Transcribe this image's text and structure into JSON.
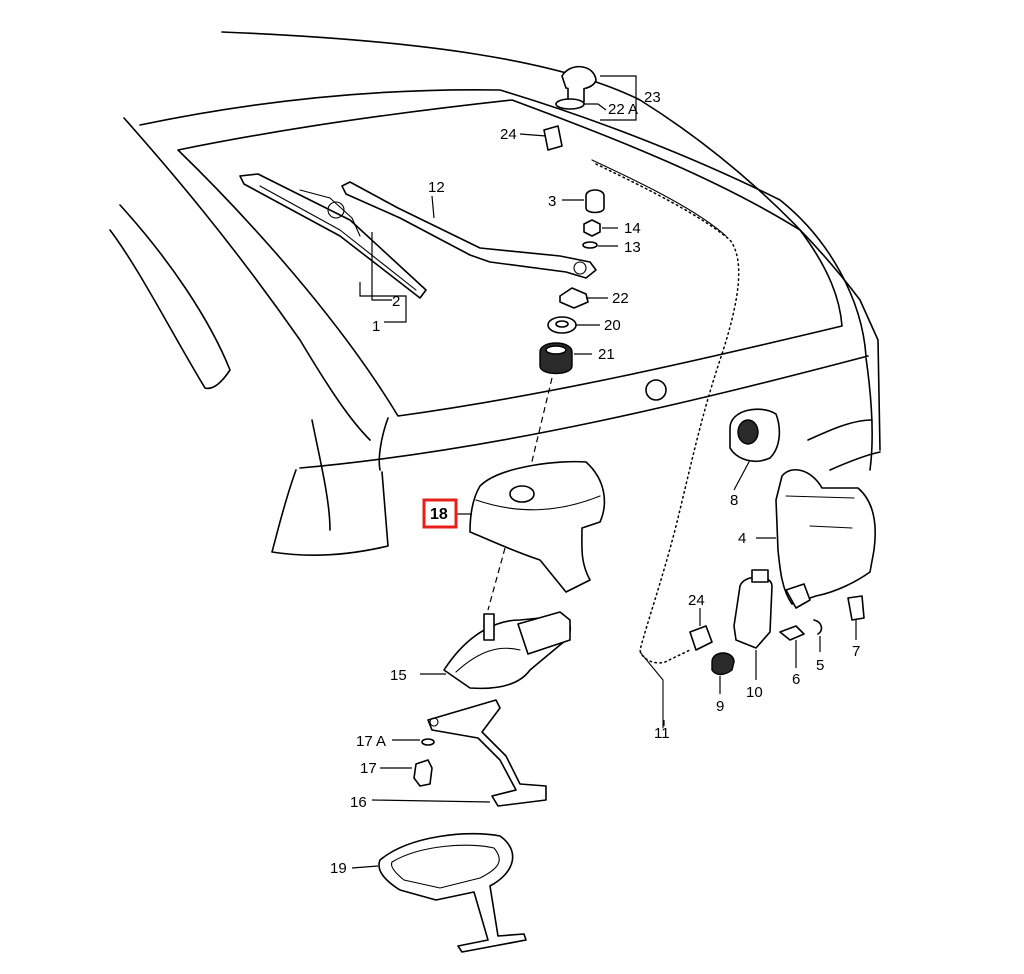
{
  "diagram": {
    "highlighted_callout": "18",
    "highlight_color": "#e8201a",
    "callouts": {
      "c1": "1",
      "c2": "2",
      "c3": "3",
      "c4": "4",
      "c5": "5",
      "c6": "6",
      "c7": "7",
      "c8": "8",
      "c9": "9",
      "c10": "10",
      "c11": "11",
      "c12": "12",
      "c13": "13",
      "c14": "14",
      "c15": "15",
      "c16": "16",
      "c17": "17",
      "c17a": "17 A",
      "c18": "18",
      "c19": "19",
      "c20": "20",
      "c21": "21",
      "c22": "22",
      "c22a": "22 A",
      "c23": "23",
      "c24_top": "24",
      "c24_bottom": "24"
    }
  }
}
